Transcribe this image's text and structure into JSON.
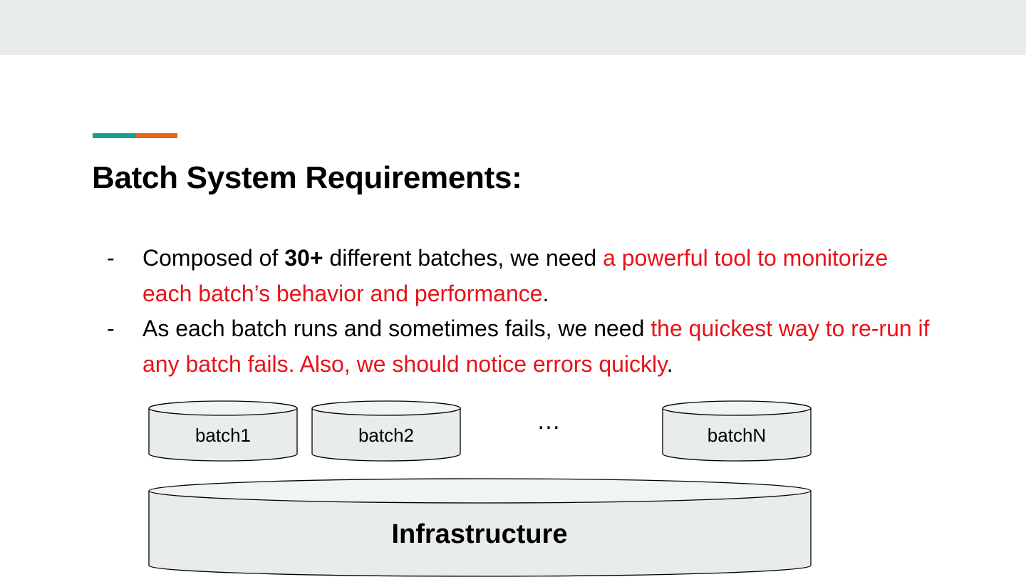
{
  "title": "Batch System Requirements:",
  "bullets": [
    {
      "dash": "-",
      "parts": [
        {
          "text": "Composed of ",
          "style": "normal"
        },
        {
          "text": "30+",
          "style": "bold"
        },
        {
          "text": " different batches, we need ",
          "style": "normal"
        },
        {
          "text": "a powerful tool to monitorize each batch’s behavior and performance",
          "style": "highlight"
        },
        {
          "text": ".",
          "style": "normal"
        }
      ]
    },
    {
      "dash": "-",
      "parts": [
        {
          "text": "As each batch runs and sometimes fails, we need ",
          "style": "normal"
        },
        {
          "text": "the quickest way to re-run if any batch fails. Also, we should notice errors quickly",
          "style": "highlight"
        },
        {
          "text": ".",
          "style": "normal"
        }
      ]
    }
  ],
  "diagram": {
    "batches": [
      "batch1",
      "batch2",
      "batchN"
    ],
    "ellipsis": "…",
    "infrastructure": "Infrastructure"
  },
  "colors": {
    "accent_teal": "#1a9e8f",
    "accent_orange": "#e8631a",
    "highlight_red": "#e8121a",
    "shape_fill": "#e8ecec",
    "shape_top_fill": "#f1f4f4",
    "band": "#e8ecec"
  }
}
